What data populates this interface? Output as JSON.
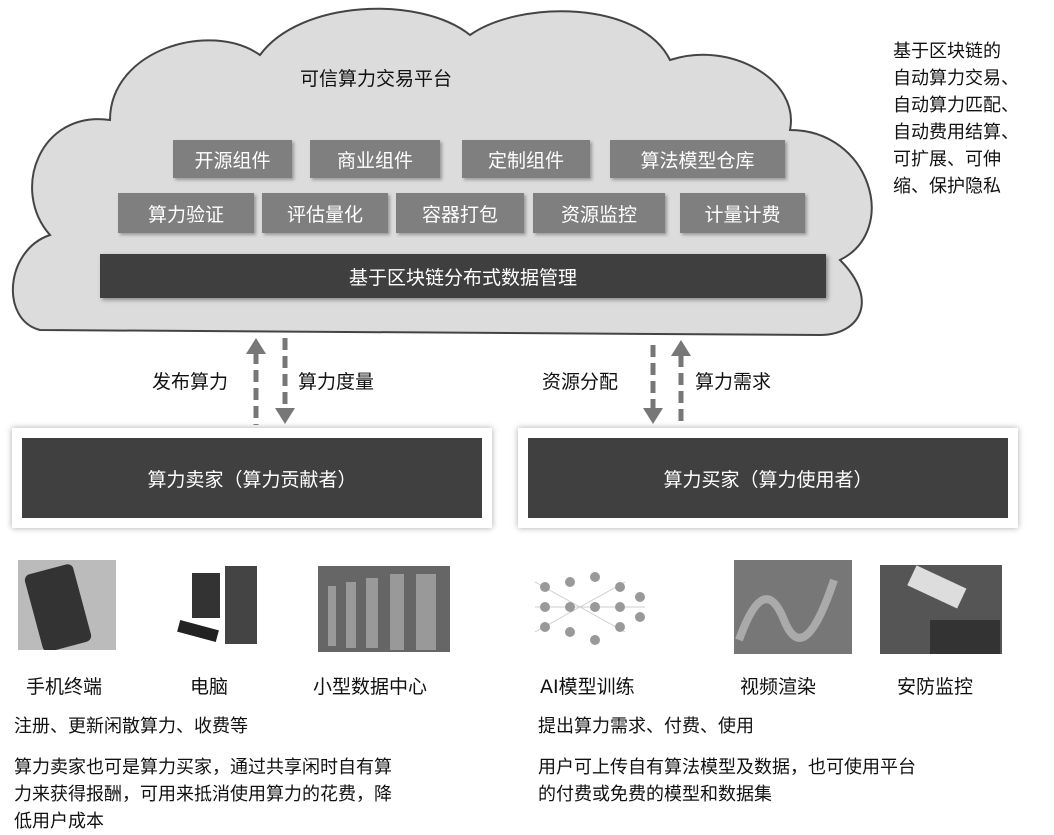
{
  "platform": {
    "title": "可信算力交易平台",
    "row1": [
      "开源组件",
      "商业组件",
      "定制组件",
      "算法模型仓库"
    ],
    "row2": [
      "算力验证",
      "评估量化",
      "容器打包",
      "资源监控",
      "计量计费"
    ],
    "base": "基于区块链分布式数据管理"
  },
  "features": [
    "基于区块链的",
    "自动算力交易、",
    "自动算力匹配、",
    "自动费用结算、",
    "可扩展、可伸",
    "缩、保护隐私"
  ],
  "arrows": {
    "publish": "发布算力",
    "measure": "算力度量",
    "allocate": "资源分配",
    "demand": "算力需求"
  },
  "seller": {
    "title": "算力卖家（算力贡献者）",
    "devices": [
      "手机终端",
      "电脑",
      "小型数据中心"
    ],
    "line1": "注册、更新闲散算力、收费等",
    "desc": [
      "算力卖家也可是算力买家，通过共享闲时自有算",
      "力来获得报酬，可用来抵消使用算力的花费，降",
      "低用户成本"
    ]
  },
  "buyer": {
    "title": "算力买家（算力使用者）",
    "uses": [
      "AI模型训练",
      "视频渲染",
      "安防监控"
    ],
    "line1": "提出算力需求、付费、使用",
    "desc": [
      "用户可上传自有算法模型及数据，也可使用平台",
      "的付费或免费的模型和数据集"
    ]
  }
}
